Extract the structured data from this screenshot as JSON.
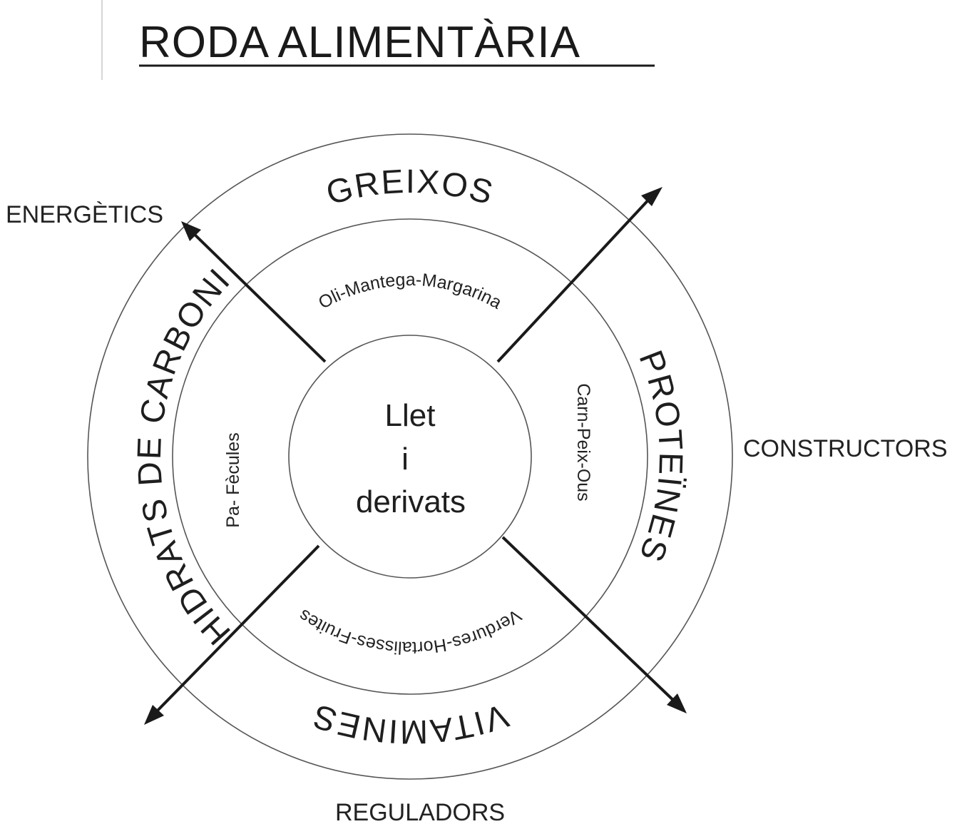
{
  "title": "RODA ALIMENTÀRIA",
  "center": {
    "line1": "Llet",
    "line2": "i",
    "line3": "derivats"
  },
  "groups": {
    "greixos": {
      "label": "GREIXOS",
      "foods": "Oli-Mantega-Margarina"
    },
    "proteines": {
      "label": "PROTEÏNES",
      "foods": "Carn-Peix-Ous"
    },
    "vitamines": {
      "label": "VITAMINES",
      "foods": "Verdures-Hortalisses-Fruites"
    },
    "hidrats": {
      "label": "HIDRATS DE CARBONI",
      "foods": "Pa- Fècules"
    }
  },
  "functions": {
    "energetics": "ENERGÈTICS",
    "constructors": "CONSTRUCTORS",
    "reguladors": "REGULADORS"
  }
}
